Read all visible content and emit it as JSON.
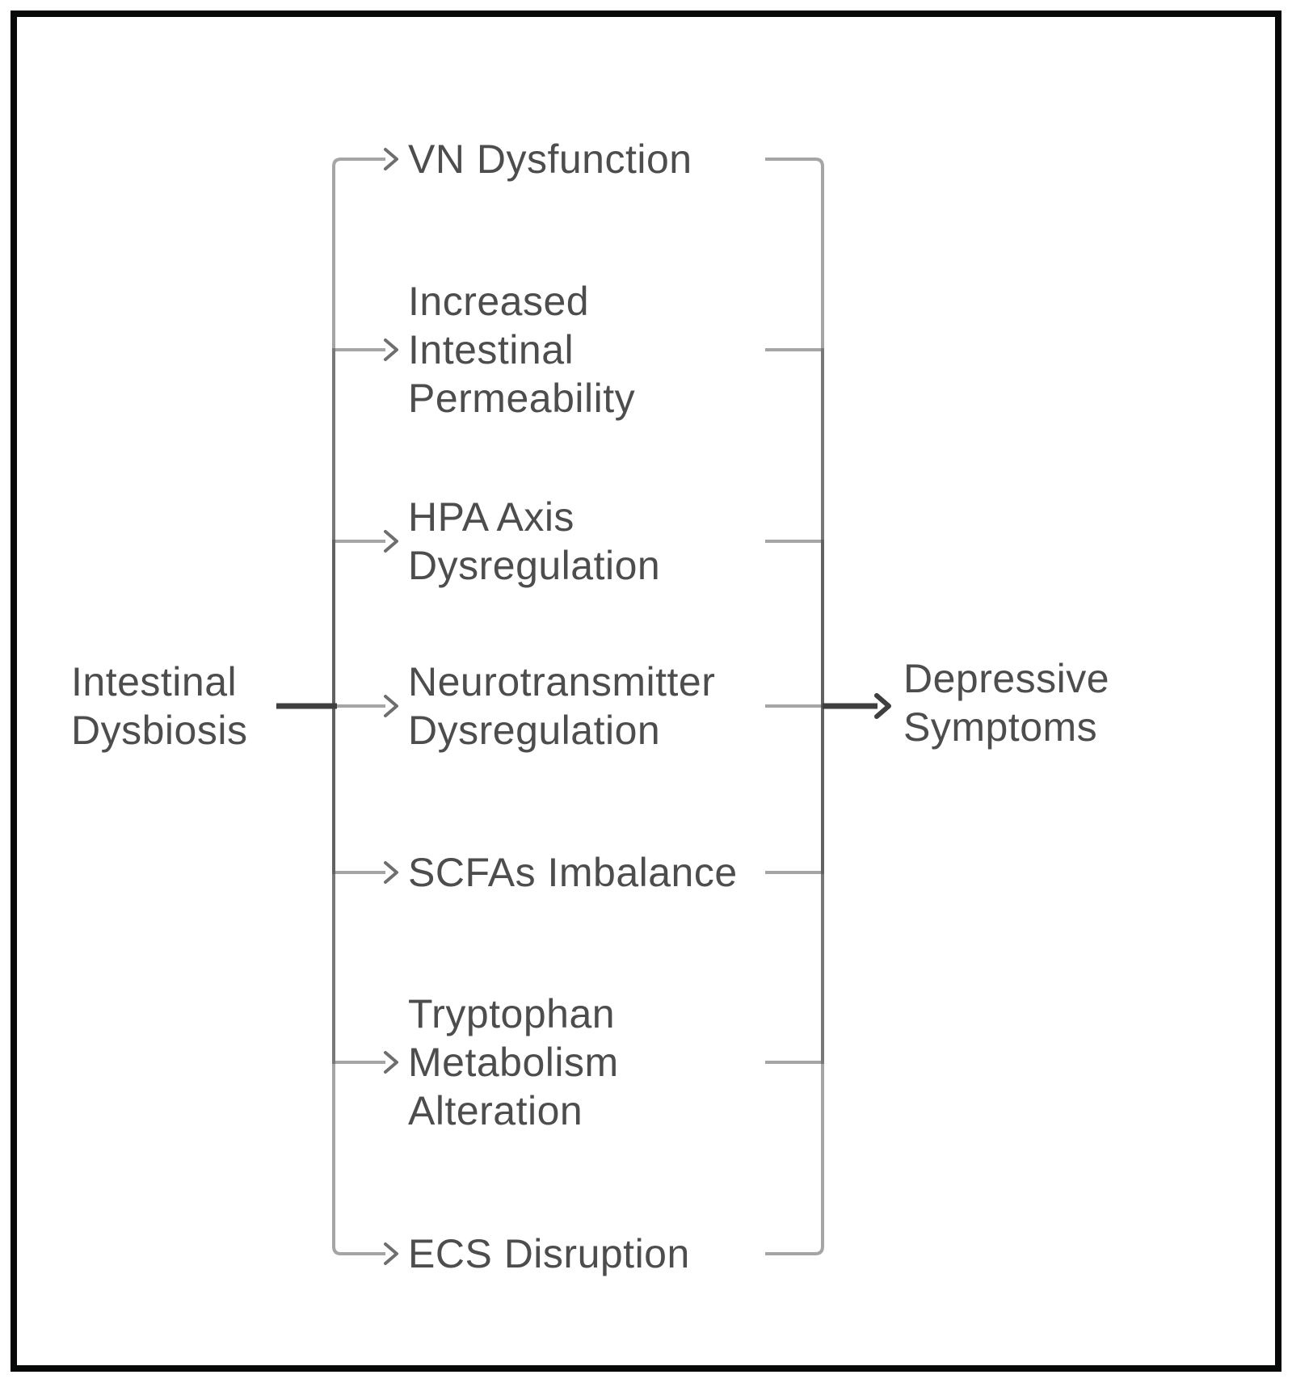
{
  "diagram": {
    "source": {
      "label": "Intestinal\nDysbiosis"
    },
    "mediators": [
      {
        "label": "VN Dysfunction"
      },
      {
        "label": "Increased\nIntestinal\nPermeability"
      },
      {
        "label": "HPA Axis\nDysregulation"
      },
      {
        "label": "Neurotransmitter\nDysregulation"
      },
      {
        "label": "SCFAs Imbalance"
      },
      {
        "label": "Tryptophan\nMetabolism\nAlteration"
      },
      {
        "label": "ECS Disruption"
      }
    ],
    "outcome": {
      "label": "Depressive\nSymptoms"
    },
    "colors": {
      "background": "#ffffff",
      "frame_border": "#070808",
      "text": "#4d4d4d",
      "branch_line": "#a0a0a0",
      "branch_line_overlapped": "#616161",
      "main_arrow": "#3f3f3f"
    }
  }
}
